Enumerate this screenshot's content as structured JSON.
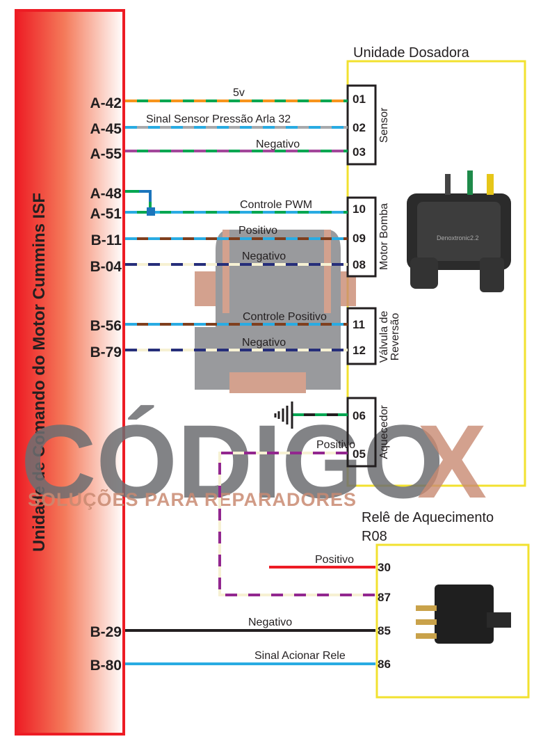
{
  "ecu": {
    "title": "Unidade de Comando do Motor Cummins ISF"
  },
  "dosing_unit": {
    "title": "Unidade Dosadora",
    "device_label": "Denoxtronic2.2",
    "groups": {
      "sensor": "Sensor",
      "motor": "Motor Bomba",
      "valve_1": "Válvula de",
      "valve_2": "Reversão",
      "heater": "Aquecedor"
    }
  },
  "relay": {
    "title": "Relê de Aquecimento",
    "code": "R08"
  },
  "wires": [
    {
      "pin": "A-42",
      "terminal": "01",
      "label": "5v",
      "colors": [
        "#00a651",
        "#f7941d"
      ]
    },
    {
      "pin": "A-45",
      "terminal": "02",
      "label": "Sinal Sensor Pressão Arla 32",
      "colors": [
        "#a7a9ac",
        "#29abe2"
      ]
    },
    {
      "pin": "A-55",
      "terminal": "03",
      "label": "Negativo",
      "colors": [
        "#00a651",
        "#a3479a"
      ]
    },
    {
      "pin": "A-48",
      "terminal": "",
      "label": "",
      "colors": [
        "#00a651",
        "#1b75bc"
      ]
    },
    {
      "pin": "A-51",
      "terminal": "10",
      "label": "Controle PWM",
      "colors": [
        "#00a651",
        "#29abe2"
      ]
    },
    {
      "pin": "B-11",
      "terminal": "09",
      "label": "Positivo",
      "colors": [
        "#7f3f1e",
        "#29abe2"
      ]
    },
    {
      "pin": "B-04",
      "terminal": "08",
      "label": "Negativo",
      "colors": [
        "#f6f1d3",
        "#262e7a"
      ]
    },
    {
      "pin": "B-56",
      "terminal": "11",
      "label": "Controle Positivo",
      "colors": [
        "#7f3f1e",
        "#29abe2"
      ]
    },
    {
      "pin": "B-79",
      "terminal": "12",
      "label": "Negativo",
      "colors": [
        "#f6f1d3",
        "#262e7a"
      ]
    },
    {
      "pin": "",
      "terminal": "06",
      "label": "",
      "colors": [
        "#231f20",
        "#00a651"
      ]
    },
    {
      "pin": "",
      "terminal": "05",
      "label": "Positivo",
      "colors": [
        "#f6f1d3",
        "#92278f"
      ]
    },
    {
      "pin": "",
      "terminal": "30",
      "label": "Positivo",
      "colors": [
        "#ed1c24"
      ]
    },
    {
      "pin": "",
      "terminal": "87",
      "label": "",
      "colors": [
        "#f6f1d3",
        "#92278f"
      ]
    },
    {
      "pin": "B-29",
      "terminal": "85",
      "label": "Negativo",
      "colors": [
        "#231f20"
      ]
    },
    {
      "pin": "B-80",
      "terminal": "86",
      "label": "Sinal Acionar Rele",
      "colors": [
        "#29abe2"
      ]
    }
  ],
  "watermark": {
    "brand_1": "CÓDIGO",
    "brand_2": "X",
    "tagline": "SOLUÇÕES PARA REPARADORES"
  },
  "colors": {
    "ecu_border": "#ed1c24",
    "box_border": "#f2e12f"
  }
}
